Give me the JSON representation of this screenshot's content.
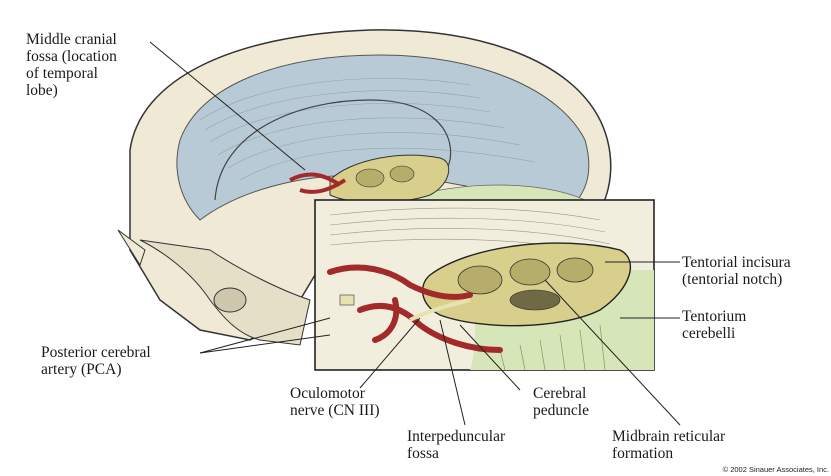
{
  "labels": {
    "middle_cranial_fossa": [
      "Middle cranial",
      "fossa (location",
      "of temporal",
      "lobe)"
    ],
    "tentorial_incisura": [
      "Tentorial incisura",
      "(tentorial notch)"
    ],
    "tentorium_cerebelli": [
      "Tentorium",
      "cerebelli"
    ],
    "posterior_cerebral_artery": [
      "Posterior cerebral",
      "artery (PCA)"
    ],
    "oculomotor_nerve": [
      "Oculomotor",
      "nerve (CN III)"
    ],
    "cerebral_peduncle": [
      "Cerebral",
      "peduncle"
    ],
    "interpeduncular_fossa": [
      "Interpeduncular",
      "fossa"
    ],
    "midbrain_reticular_formation": [
      "Midbrain reticular",
      "formation"
    ]
  },
  "credit": "© 2002 Sinauer Associates, Inc.",
  "colors": {
    "bone": "#efe9d6",
    "bone_shadow": "#d9d2bc",
    "dura_blue": "#b8cad6",
    "tentorium_green": "#d7e6b8",
    "artery": "#a32a2a",
    "midbrain": "#d8cf8c",
    "line": "#333333"
  }
}
